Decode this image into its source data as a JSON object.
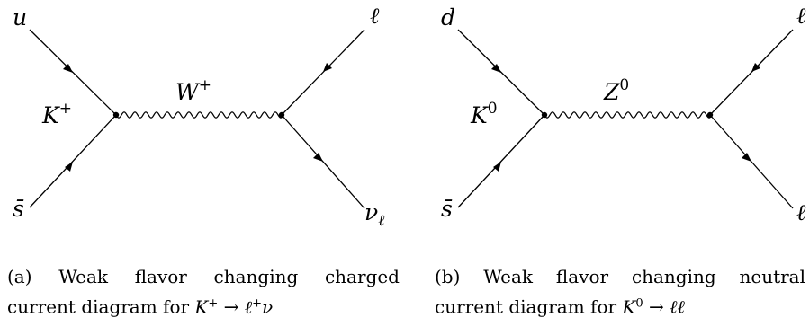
{
  "diagram_a": {
    "incoming_top": "u",
    "incoming_bottom": "s̄",
    "meson": "K",
    "meson_charge": "+",
    "boson": "W",
    "boson_charge": "+",
    "outgoing_top": "ℓ",
    "outgoing_bottom": "ν",
    "outgoing_bottom_sub": "ℓ"
  },
  "diagram_b": {
    "incoming_top": "d",
    "incoming_bottom": "s̄",
    "meson": "K",
    "meson_charge": "0",
    "boson": "Z",
    "boson_charge": "0",
    "outgoing_top": "ℓ",
    "outgoing_bottom": "ℓ"
  },
  "caption_a": {
    "line1": "(a) Weak flavor changing charged",
    "line2_text": "current diagram for ",
    "math_K": "K",
    "math_K_sup": "+",
    "math_arrow": " → ",
    "math_l": "ℓ",
    "math_l_sup": "+",
    "math_nu": "ν"
  },
  "caption_b": {
    "line1": "(b) Weak flavor changing neutral",
    "line2_text": "current diagram for ",
    "math_K": "K",
    "math_K_sup": "0",
    "math_arrow": " → ",
    "math_ll": "ℓℓ"
  }
}
